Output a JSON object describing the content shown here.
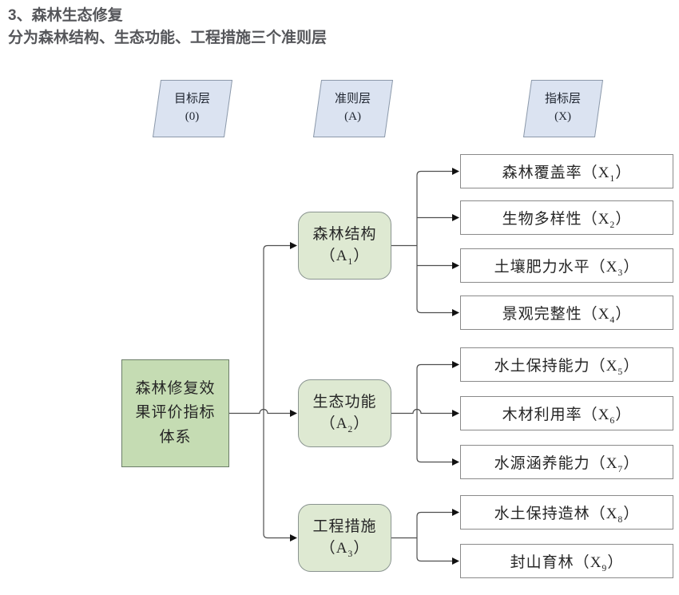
{
  "title": {
    "line1": "3、森林生态修复",
    "line2": "分为森林结构、生态功能、工程措施三个准则层"
  },
  "layers": [
    {
      "name": "目标层",
      "code": "(0)"
    },
    {
      "name": "准则层",
      "code": "(A)"
    },
    {
      "name": "指标层",
      "code": "(X)"
    }
  ],
  "root": {
    "label": "森林修复效果评价指标体系"
  },
  "criteria": [
    {
      "name": "森林结构",
      "code": "A",
      "sub": "1"
    },
    {
      "name": "生态功能",
      "code": "A",
      "sub": "2"
    },
    {
      "name": "工程措施",
      "code": "A",
      "sub": "3"
    }
  ],
  "indicators": [
    {
      "name": "森林覆盖率",
      "code": "X",
      "sub": "1"
    },
    {
      "name": "生物多样性",
      "code": "X",
      "sub": "2"
    },
    {
      "name": "土壤肥力水平",
      "code": "X",
      "sub": "3"
    },
    {
      "name": "景观完整性",
      "code": "X",
      "sub": "4"
    },
    {
      "name": "水土保持能力",
      "code": "X",
      "sub": "5"
    },
    {
      "name": "木材利用率",
      "code": "X",
      "sub": "6"
    },
    {
      "name": "水源涵养能力",
      "code": "X",
      "sub": "7"
    },
    {
      "name": "水土保持造林",
      "code": "X",
      "sub": "8"
    },
    {
      "name": "封山育林",
      "code": "X",
      "sub": "9"
    }
  ],
  "punct": {
    "open": "（",
    "close": "）"
  },
  "colors": {
    "title": "#55565a",
    "text": "#262626",
    "para_fill": "#dbe3f1",
    "para_border": "#8c99aa",
    "root_fill": "#c5dcb3",
    "root_border": "#6b7d68",
    "crit_fill": "#dee9d2",
    "crit_border": "#8a9490",
    "ind_fill": "#ffffff",
    "ind_border": "#8a8a8a",
    "line": "#4f4f4f",
    "arrow": "#111111"
  }
}
